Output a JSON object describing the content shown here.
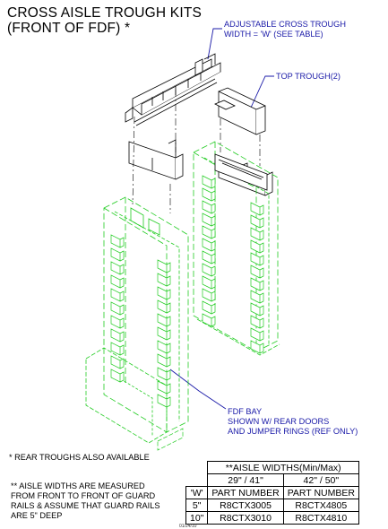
{
  "title": {
    "line1": "CROSS AISLE TROUGH KITS",
    "line2": "(FRONT OF FDF) *"
  },
  "callouts": {
    "adjustable_line1": "ADJUSTABLE CROSS TROUGH",
    "adjustable_line2": "WIDTH = 'W' (SEE TABLE)",
    "top_trough": "TOP TROUGH(2)",
    "fdf_line1": "FDF BAY",
    "fdf_line2": "SHOWN W/ REAR DOORS",
    "fdf_line3": "AND JUMPER RINGS (REF ONLY)"
  },
  "notes": {
    "rear_troughs": "* REAR TROUGHS ALSO AVAILABLE",
    "aisle_line1": "** AISLE WIDTHS ARE MEASURED",
    "aisle_line2": "FROM FRONT TO FRONT OF GUARD",
    "aisle_line3": "RAILS & ASSUME THAT GUARD RAILS",
    "aisle_line4": "ARE 5\" DEEP"
  },
  "date_stamp": "01/24/10",
  "colors": {
    "callout_text": "#1a1aa8",
    "bay_outline": "#22cc22",
    "trough_line": "#000000"
  },
  "table": {
    "header": "**AISLE WIDTHS(Min/Max)",
    "ranges": [
      "29\" / 41\"",
      "42\" / 50\""
    ],
    "w_label": "'W'",
    "part_number_label": "PART NUMBER",
    "rows": [
      {
        "w": "5\"",
        "parts": [
          "R8CTX3005",
          "R8CTX4805"
        ]
      },
      {
        "w": "10\"",
        "parts": [
          "R8CTX3010",
          "R8CTX4810"
        ]
      }
    ]
  }
}
